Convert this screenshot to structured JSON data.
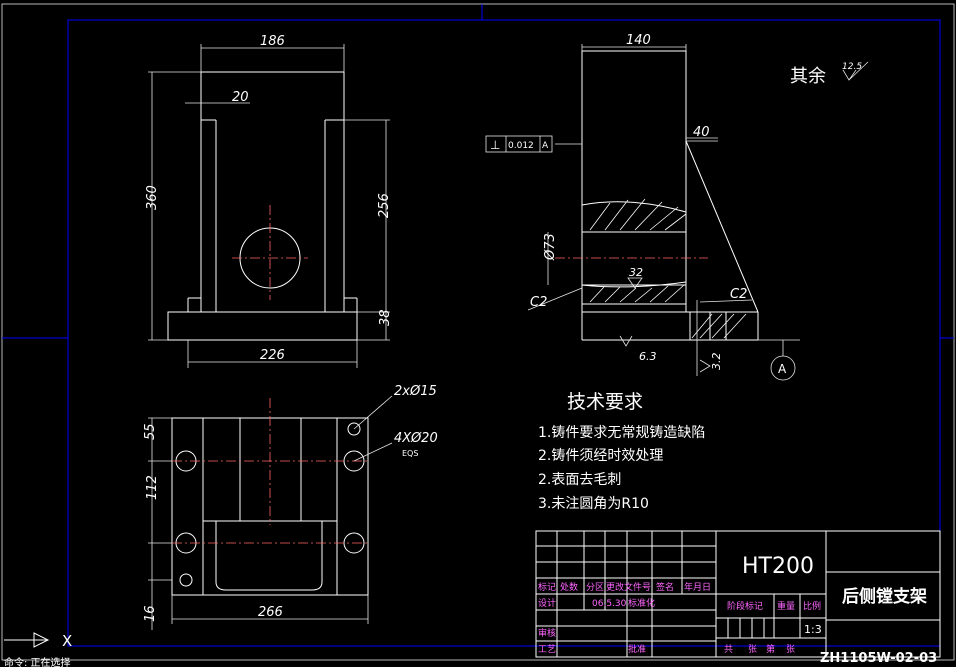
{
  "dimensions": {
    "front_width": "186",
    "front_wall": "20",
    "front_height": "360",
    "front_inner": "256",
    "front_base_h": "38",
    "front_base_w": "226",
    "side_width": "140",
    "side_offset": "40",
    "side_bore": "Ø73",
    "side_chamfer_left": "C2",
    "side_chamfer_right": "C2",
    "side_rough_32": "32",
    "side_rough_63": "6.3",
    "side_rough_32b": "3.2",
    "plan_holes_small": "2xØ15",
    "plan_holes_large": "4XØ20",
    "plan_eqs": "EQS",
    "plan_55": "55",
    "plan_112": "112",
    "plan_16": "16",
    "plan_width": "266"
  },
  "tolerance": {
    "symbol": "⊥",
    "value": "0.012",
    "datum": "A"
  },
  "datum_label": "A",
  "roughness_note": {
    "label": "其余",
    "value": "12.5"
  },
  "tech_requirements": {
    "title": "技术要求",
    "items": [
      "1.铸件要求无常规铸造缺陷",
      "2.铸件须经时效处理",
      "2.表面去毛刺",
      "3.未注圆角为R10"
    ]
  },
  "title_block": {
    "material": "HT200",
    "part_name": "后侧镗支架",
    "drawing_no": "ZH1105W-02-03",
    "scale": "1:3",
    "labels": {
      "mark": "标记",
      "count": "处数",
      "zone": "分区",
      "change_doc": "更改文件号",
      "sign": "签名",
      "date": "年月日",
      "design": "设计",
      "design_date": "06.5.30",
      "standardize": "标准化",
      "stage_mark": "阶段标记",
      "weight": "重量",
      "ratio": "比例",
      "review": "审核",
      "process": "工艺",
      "approve": "批准",
      "sheets": "共",
      "sheet_of": "张",
      "sheet_no": "第",
      "sheet_unit": "张"
    }
  },
  "status_bar": {
    "text": "命令: 正在选择"
  },
  "ucs": {
    "x": "X"
  },
  "colors": {
    "background": "#000000",
    "lines": "#ffffff",
    "frame": "#0000ff",
    "centerline": "#ff6666",
    "tb_text": "#ff66ff"
  }
}
